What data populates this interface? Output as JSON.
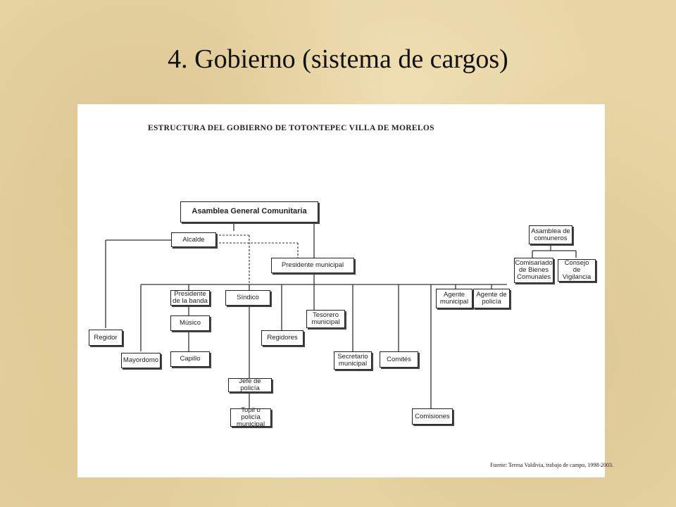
{
  "slide": {
    "title": "4. Gobierno (sistema de cargos)"
  },
  "diagram": {
    "title": "Estructura del gobierno de Totontepec Villa de Morelos",
    "source": "Fuente: Teresa Valdivia, trabajo de campo, 1998-2003.",
    "nodes": {
      "asamblea_general": "Asamblea General Comunitaria",
      "alcalde": "Alcalde",
      "presidente_municipal": "Presidente municipal",
      "regidor": "Regidor",
      "mayordomo": "Mayordomo",
      "presidente_banda": "Presidente de la banda",
      "musico": "Músico",
      "capillo": "Capillo",
      "sindico": "Síndico",
      "jefe_policia": "Jefe de policía",
      "topil": "Topil o policía municipal",
      "regidores": "Regidores",
      "tesorero": "Tesorero municipal",
      "secretario": "Secretario municipal",
      "comites": "Comités",
      "comisiones": "Comisiones",
      "agente_municipal": "Agente municipal",
      "agente_policia": "Agente de policía",
      "asamblea_comuneros": "Asamblea de comuneros",
      "comisariado": "Comisariado de Bienes Comunales",
      "consejo": "Consejo de Vigilancia"
    }
  }
}
